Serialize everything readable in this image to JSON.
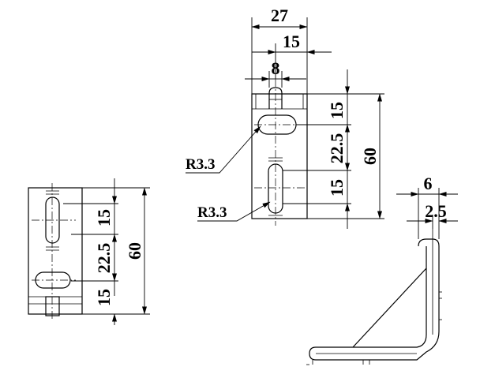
{
  "front_view_left": {
    "dims": {
      "slot_spacing_top": "15",
      "slot_center_gap": "22.5",
      "slot_spacing_bottom": "15",
      "overall_height": "60"
    }
  },
  "front_view_right": {
    "dims": {
      "overall_width": "27",
      "mid_width": "15",
      "slot_width": "8",
      "slot_spacing_top": "15",
      "slot_center_gap": "22.5",
      "slot_spacing_bottom": "15",
      "overall_height": "60"
    },
    "labels": {
      "radius_upper": "R3.3",
      "radius_lower": "R3.3"
    }
  },
  "side_view": {
    "dims": {
      "leg_width": "6",
      "wall_thickness": "2.5"
    }
  }
}
